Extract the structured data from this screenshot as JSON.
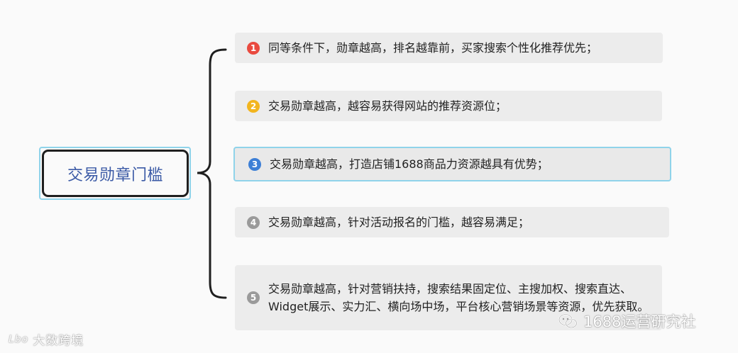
{
  "root": {
    "label": "交易勋章门槛"
  },
  "items": [
    {
      "number": "1",
      "color": "#e94a3f",
      "text": "同等条件下，勋章越高，排名越靠前，买家搜索个性化推荐优先；"
    },
    {
      "number": "2",
      "color": "#f2b51f",
      "text": "交易勋章越高，越容易获得网站的推荐资源位；"
    },
    {
      "number": "3",
      "color": "#3d7fd6",
      "text": "交易勋章越高，打造店铺1688商品力资源越具有优势；"
    },
    {
      "number": "4",
      "color": "#9a9a9a",
      "text": "交易勋章越高，针对活动报名的门槛，越容易满足；"
    },
    {
      "number": "5",
      "color": "#9a9a9a",
      "text": "交易勋章越高，针对营销扶持，搜索结果固定位、主搜加权、搜索直达、Widget展示、实力汇、横向场中场，平台核心营销场景等资源，优先获取。"
    }
  ],
  "watermarks": {
    "left_logo": "Lbo",
    "left_text": "大数跨境",
    "right_icon": "wechat-icon",
    "right_text": "1688运营研究社"
  }
}
